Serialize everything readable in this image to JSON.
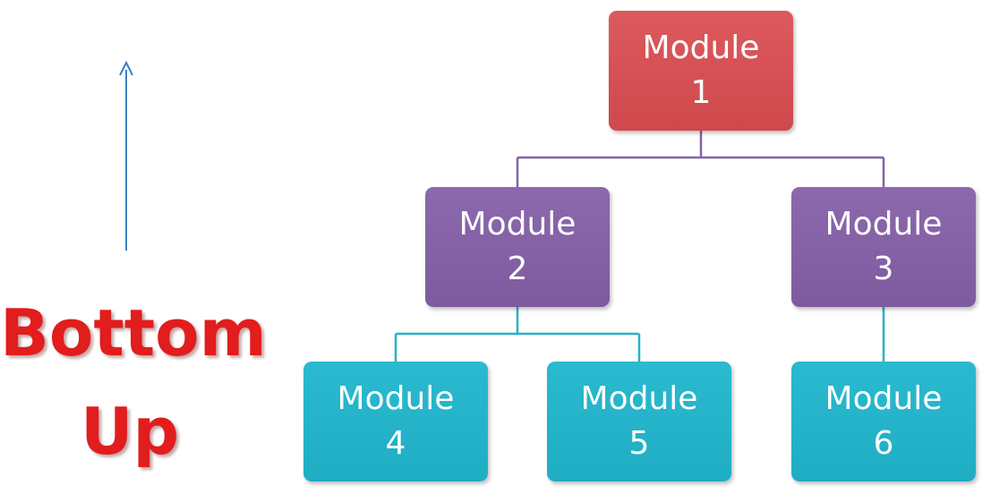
{
  "direction_label": {
    "line1": "Bottom",
    "line2": "Up"
  },
  "colors": {
    "top_level": "#d2504f",
    "mid_level": "#8462a6",
    "bottom_level": "#25b3c9",
    "connector_purple": "#8462a6",
    "connector_teal": "#25b3c9",
    "arrow": "#3b7fc4",
    "label": "#e11d1d"
  },
  "modules": [
    {
      "id": "m1",
      "line1": "Module",
      "line2": "1"
    },
    {
      "id": "m2",
      "line1": "Module",
      "line2": "2"
    },
    {
      "id": "m3",
      "line1": "Module",
      "line2": "3"
    },
    {
      "id": "m4",
      "line1": "Module",
      "line2": "4"
    },
    {
      "id": "m5",
      "line1": "Module",
      "line2": "5"
    },
    {
      "id": "m6",
      "line1": "Module",
      "line2": "6"
    }
  ],
  "edges": [
    {
      "from": "Module 1",
      "to": "Module 2"
    },
    {
      "from": "Module 1",
      "to": "Module 3"
    },
    {
      "from": "Module 2",
      "to": "Module 4"
    },
    {
      "from": "Module 2",
      "to": "Module 5"
    },
    {
      "from": "Module 3",
      "to": "Module 6"
    }
  ]
}
